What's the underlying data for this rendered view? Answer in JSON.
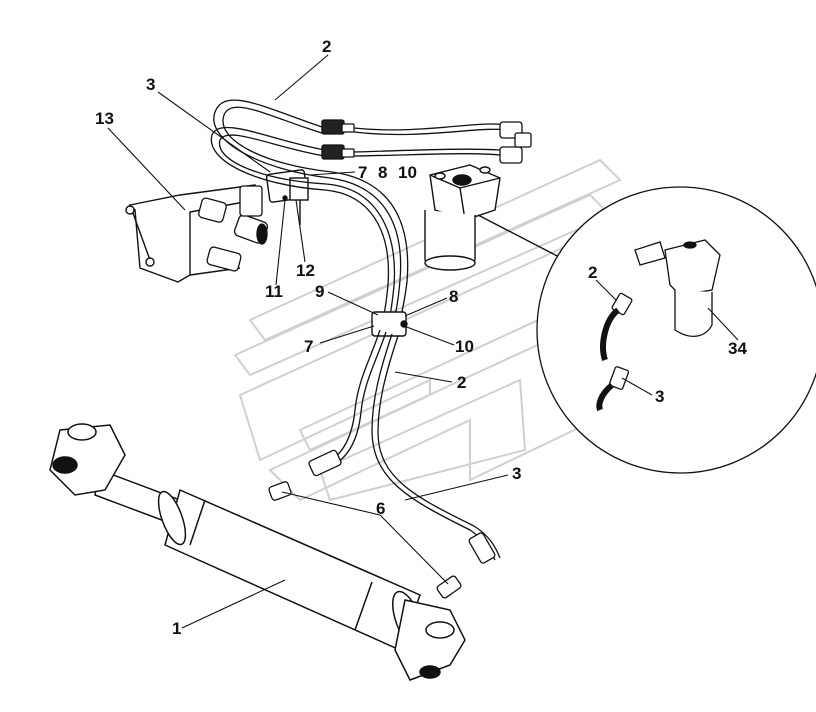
{
  "diagram": {
    "callouts": {
      "c1": "1",
      "c2_top": "2",
      "c2_mid": "2",
      "c2_detail": "2",
      "c3_top": "3",
      "c3_right": "3",
      "c3_detail": "3",
      "c6": "6",
      "c7_top": "7",
      "c8_top": "8",
      "c10_top": "10",
      "c7_mid": "7",
      "c8_mid": "8",
      "c9": "9",
      "c10_mid": "10",
      "c11": "11",
      "c12": "12",
      "c13": "13",
      "c34": "34"
    },
    "colors": {
      "ink": "#111111",
      "hose": "#1a1a1a",
      "watermark": "#d4d4d4"
    }
  }
}
